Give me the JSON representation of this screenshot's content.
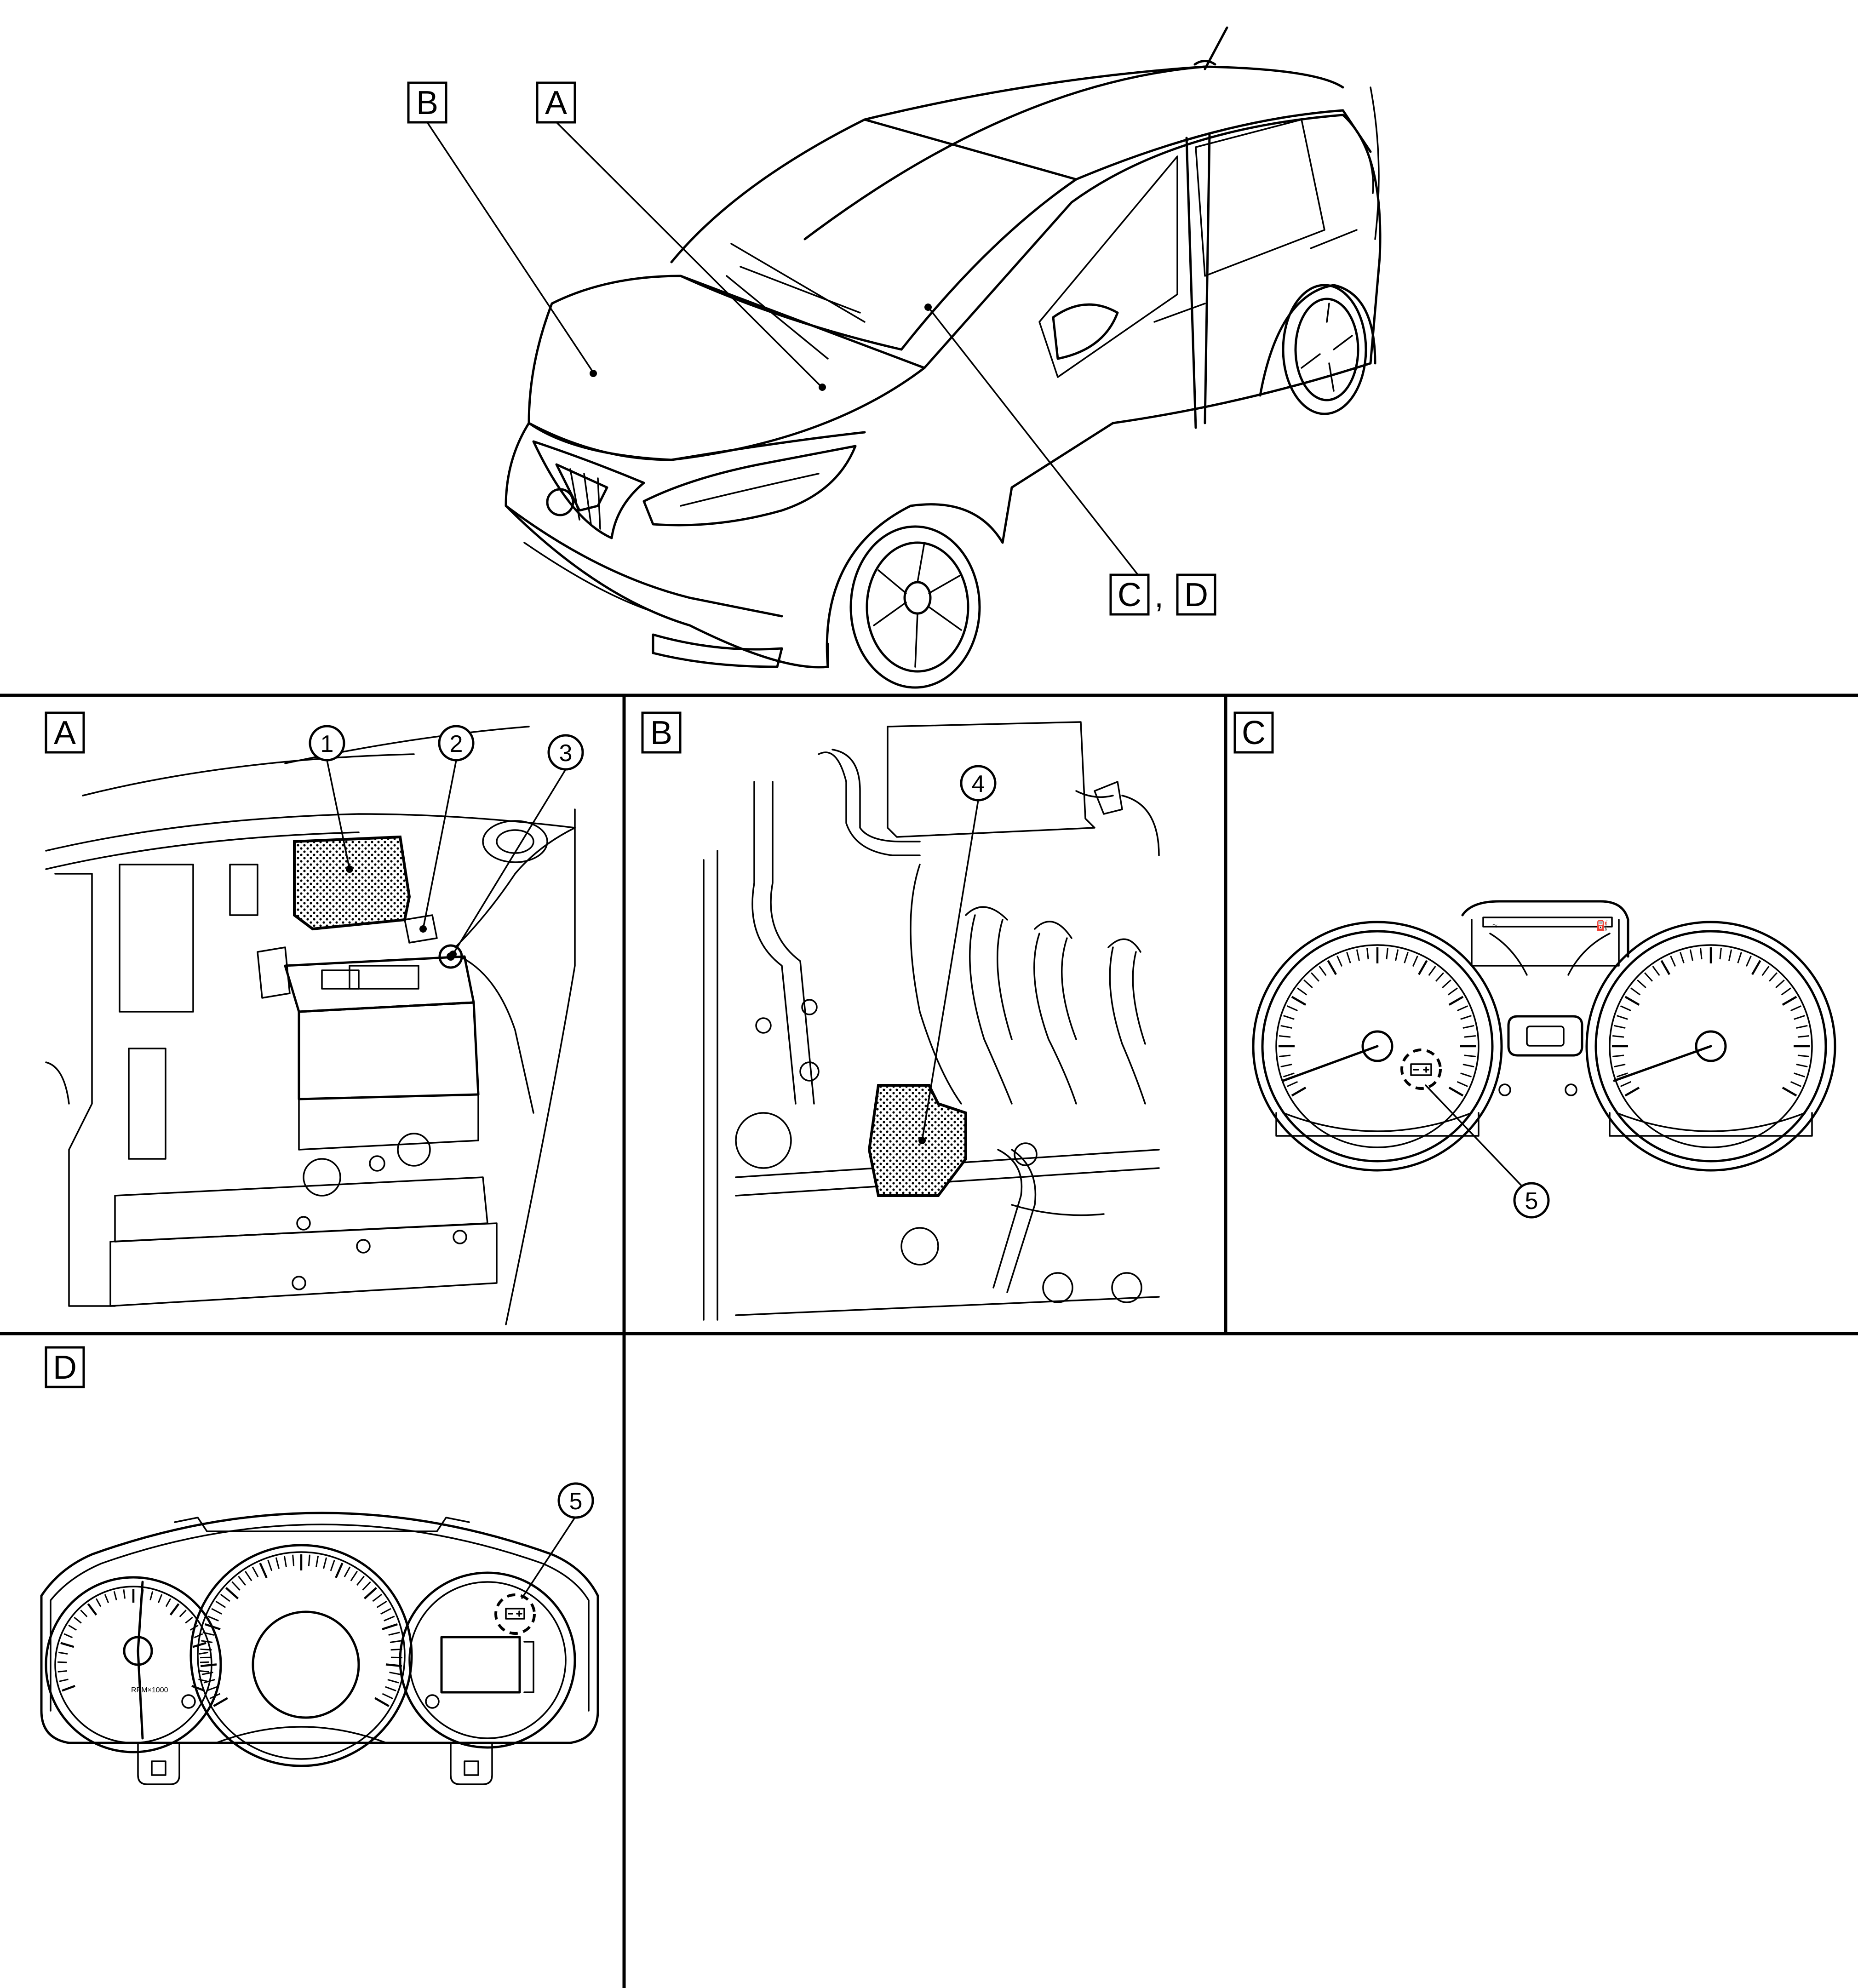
{
  "views": {
    "overview": {
      "labels": [
        "B",
        "A",
        "C",
        "D"
      ],
      "separator": ","
    },
    "panel_a": {
      "label": "A",
      "callouts": [
        "1",
        "2",
        "3"
      ]
    },
    "panel_b": {
      "label": "B",
      "callouts": [
        "4"
      ]
    },
    "panel_c": {
      "label": "C",
      "callouts": [
        "5"
      ]
    },
    "panel_d": {
      "label": "D",
      "callouts": [
        "5"
      ]
    }
  },
  "gauge_text": {
    "rpm_scale": "RPM×1000"
  },
  "icons": [
    "battery-warning-icon",
    "temperature-icon",
    "fuel-icon"
  ]
}
